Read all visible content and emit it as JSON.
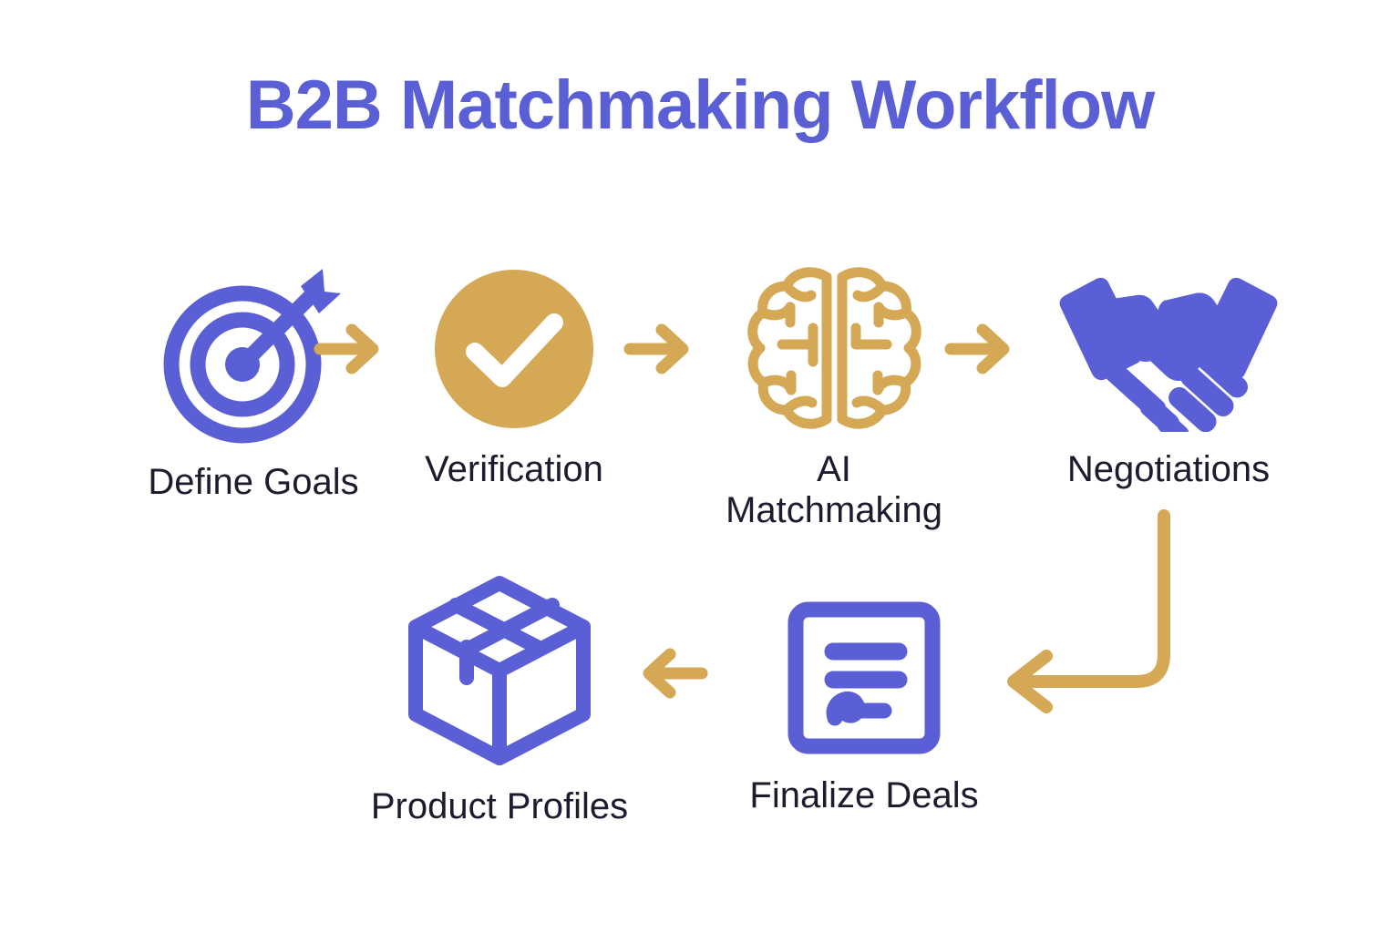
{
  "diagram": {
    "title": "B2B Matchmaking Workflow",
    "background_color": "#ffffff",
    "title_color": "#5B5FD6",
    "label_color": "#1E1B2E",
    "accent_purple": "#5B5FD6",
    "accent_gold": "#D4A855",
    "steps": [
      {
        "id": "define-goals",
        "label": "Define Goals",
        "icon": "target-icon",
        "icon_color": "#5B5FD6",
        "row": 1,
        "order": 1
      },
      {
        "id": "verification",
        "label": "Verification",
        "icon": "check-circle-icon",
        "icon_color": "#D4A855",
        "row": 1,
        "order": 2
      },
      {
        "id": "ai-matchmaking",
        "label": "AI\nMatchmaking",
        "icon": "brain-icon",
        "icon_color": "#D4A855",
        "row": 1,
        "order": 3
      },
      {
        "id": "negotiations",
        "label": "Negotiations",
        "icon": "handshake-icon",
        "icon_color": "#5B5FD6",
        "row": 1,
        "order": 4
      },
      {
        "id": "finalize-deals",
        "label": "Finalize Deals",
        "icon": "contract-document-icon",
        "icon_color": "#5B5FD6",
        "row": 2,
        "order": 5
      },
      {
        "id": "product-profiles",
        "label": "Product Profiles",
        "icon": "package-box-icon",
        "icon_color": "#5B5FD6",
        "row": 2,
        "order": 6
      }
    ],
    "connectors": [
      {
        "id": "arrow-1",
        "icon": "arrow-right-icon",
        "from": "define-goals",
        "to": "verification",
        "direction": "right",
        "color": "#D4A855"
      },
      {
        "id": "arrow-2",
        "icon": "arrow-right-icon",
        "from": "verification",
        "to": "ai-matchmaking",
        "direction": "right",
        "color": "#D4A855"
      },
      {
        "id": "arrow-3",
        "icon": "arrow-right-icon",
        "from": "ai-matchmaking",
        "to": "negotiations",
        "direction": "right",
        "color": "#D4A855"
      },
      {
        "id": "arrow-elbow",
        "icon": "arrow-elbow-down-left-icon",
        "from": "negotiations",
        "to": "finalize-deals",
        "direction": "down-left",
        "color": "#D4A855"
      },
      {
        "id": "arrow-4",
        "icon": "arrow-left-icon",
        "from": "finalize-deals",
        "to": "product-profiles",
        "direction": "left",
        "color": "#D4A855"
      }
    ]
  }
}
